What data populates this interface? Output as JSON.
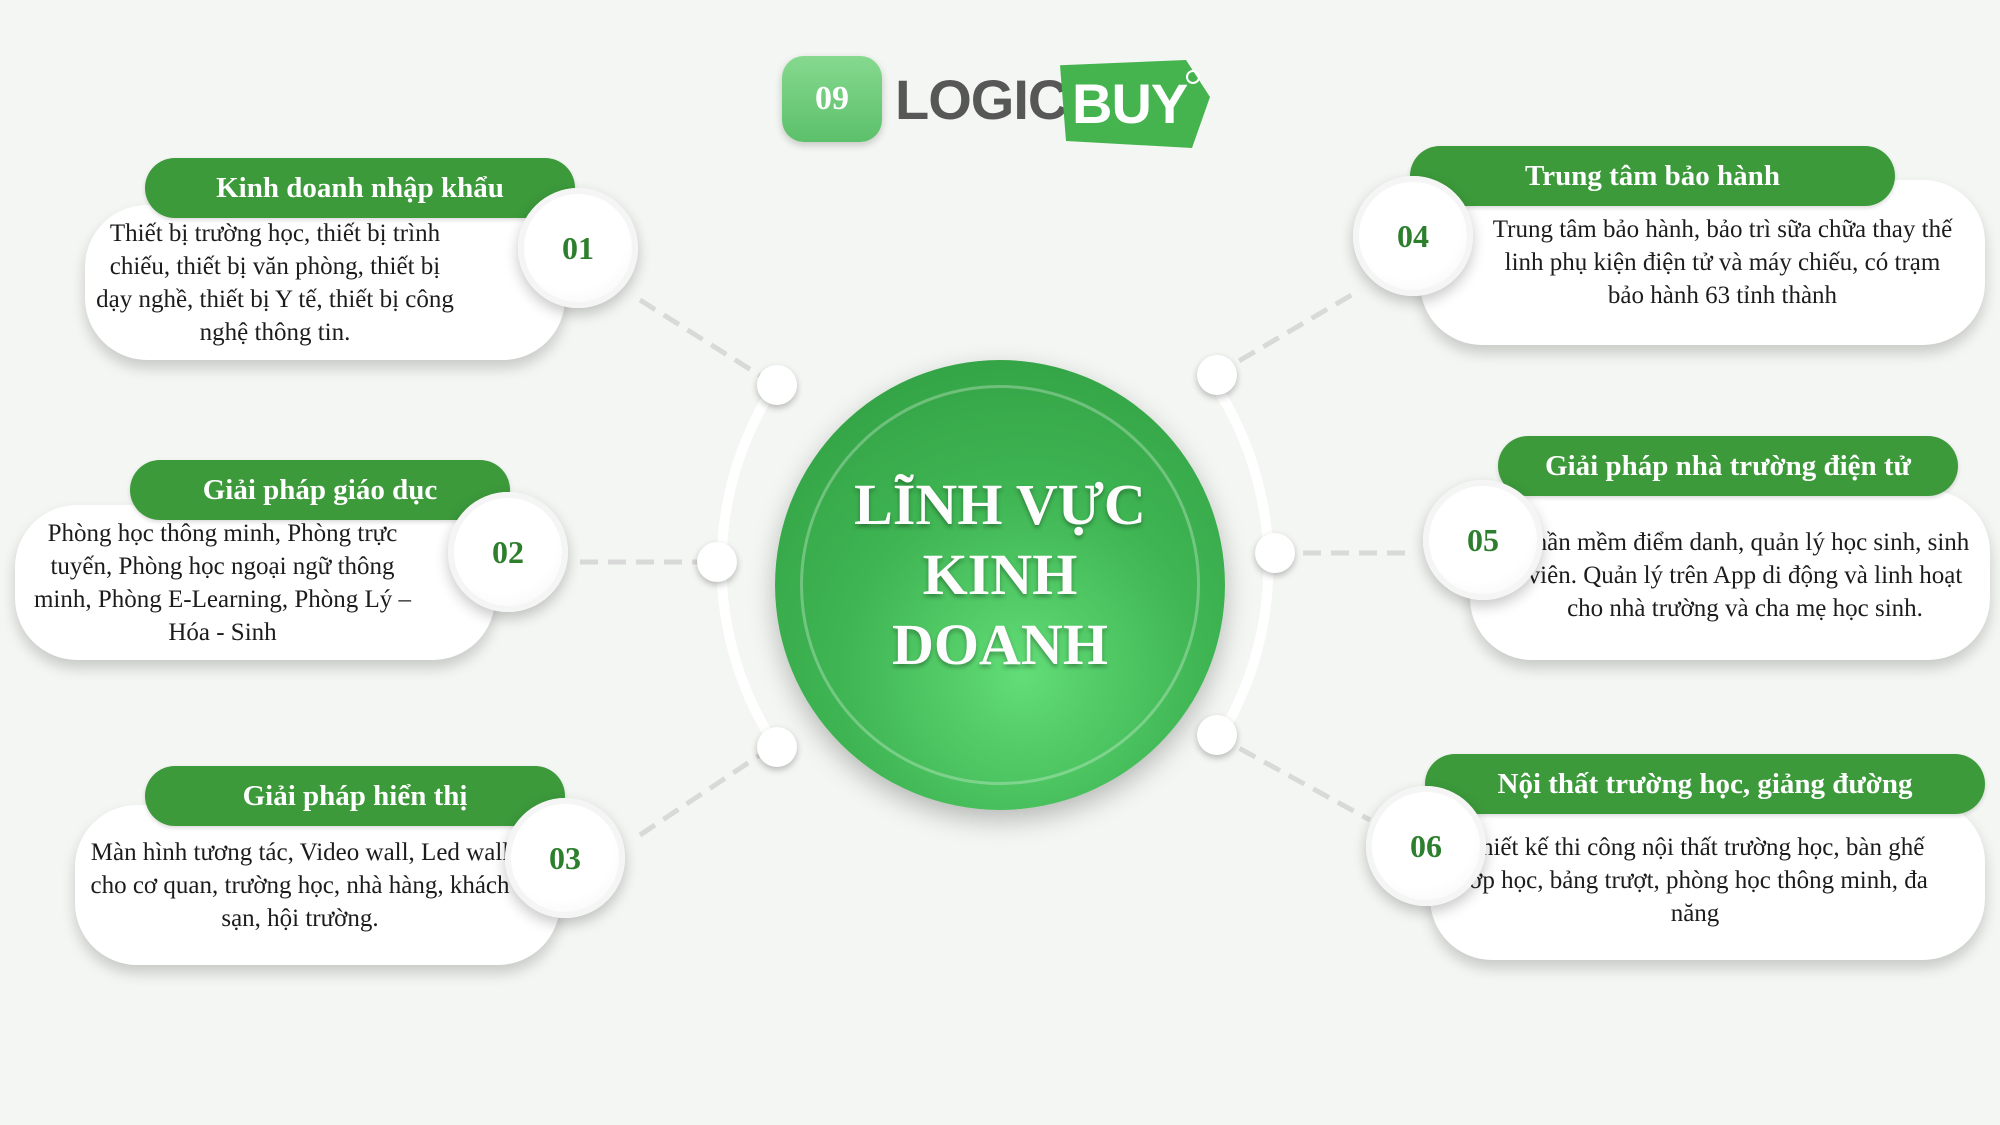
{
  "logo": {
    "badge_number": "09",
    "text_main": "LOGIC",
    "text_accent": "BUY"
  },
  "center": {
    "lines": [
      "LĨNH VỰC",
      "KINH",
      "DOANH"
    ]
  },
  "colors": {
    "green": "#3c9a3b",
    "number_green": "#2d7f2e",
    "center_green": "#3fb553",
    "background": "#f4f6f3"
  },
  "items": [
    {
      "number": "01",
      "title": "Kinh doanh nhập khẩu",
      "description": "Thiết bị trường học, thiết bị trình chiếu, thiết bị văn phòng, thiết bị dạy nghề, thiết bị Y tế, thiết bị công nghệ thông tin."
    },
    {
      "number": "02",
      "title": "Giải pháp giáo dục",
      "description": "Phòng học thông minh, Phòng trực tuyến, Phòng học ngoại ngữ thông minh, Phòng E-Learning, Phòng Lý – Hóa - Sinh"
    },
    {
      "number": "03",
      "title": "Giải pháp hiển thị",
      "description": "Màn hình tương tác, Video wall, Led wall cho cơ quan, trường học, nhà hàng, khách sạn, hội trường."
    },
    {
      "number": "04",
      "title": "Trung tâm bảo hành",
      "description": "Trung tâm bảo hành, bảo trì sữa chữa thay thế linh phụ kiện điện tử và máy chiếu, có trạm bảo hành 63 tỉnh thành"
    },
    {
      "number": "05",
      "title": "Giải pháp nhà trường điện tử",
      "description": "Phần mềm điểm danh, quản lý học sinh, sinh viên. Quản lý trên App di động và linh hoạt cho nhà trường và cha mẹ học sinh."
    },
    {
      "number": "06",
      "title": "Nội thất trường học, giảng đường",
      "description": "Thiết kế thi công nội thất trường học, bàn ghế lớp học, bảng trượt, phòng học thông minh, đa năng"
    }
  ]
}
